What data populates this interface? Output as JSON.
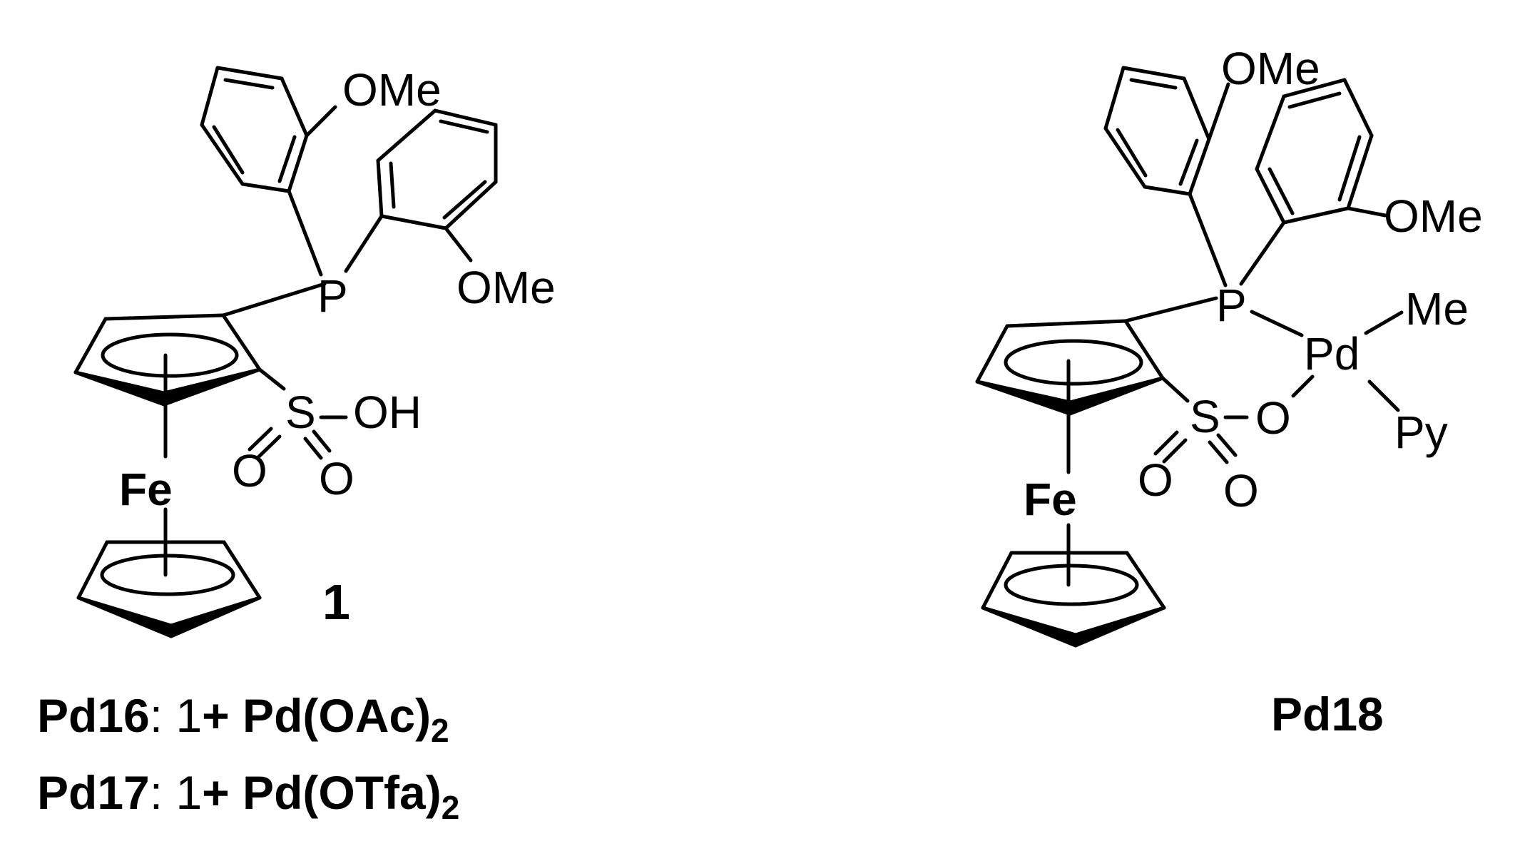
{
  "left": {
    "atoms": {
      "ome_top": "OMe",
      "ome_right": "OMe",
      "p": "P",
      "s": "S",
      "oh": "OH",
      "o1": "O",
      "o2": "O",
      "fe": "Fe"
    },
    "compound_number": "1"
  },
  "right": {
    "atoms": {
      "ome_top": "OMe",
      "ome_right": "OMe",
      "p": "P",
      "pd": "Pd",
      "me": "Me",
      "py": "Py",
      "s": "S",
      "o_bridge": "O",
      "o1": "O",
      "o2": "O",
      "fe": "Fe"
    },
    "compound_label": "Pd18"
  },
  "captions": [
    {
      "name": "Pd16",
      "sep": ":",
      "num": "1",
      "plus": "+",
      "reagent": "Pd(OAc)",
      "sub": "2"
    },
    {
      "name": "Pd17",
      "sep": ":",
      "num": "1",
      "plus": "+",
      "reagent": "Pd(OTfa)",
      "sub": "2"
    }
  ]
}
